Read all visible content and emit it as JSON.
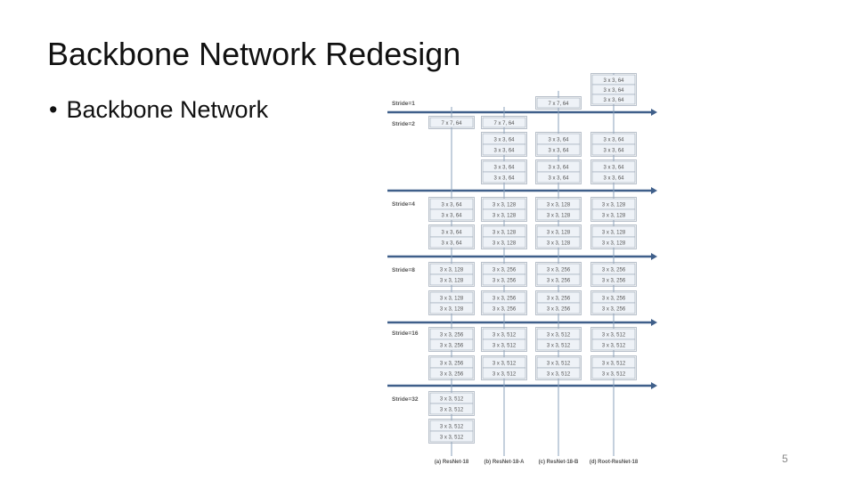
{
  "slide": {
    "title": "Backbone Network Redesign",
    "bullet": "Backbone Network",
    "page_number": "5"
  },
  "diagram": {
    "colors": {
      "arrow": "#3f5f8a",
      "line": "#8aa0bb",
      "box_border": "#9aa6b5",
      "box_fill": "#eef2f7",
      "text": "#555555"
    },
    "stage_labels": [
      "Stride=1",
      "Stride=2",
      "Stride=4",
      "Stride=8",
      "Stride=16",
      "Stride=32"
    ],
    "columns": [
      "(a) ResNet-18",
      "(b) ResNet-18-A",
      "(c) ResNet-18-B",
      "(d) Root-ResNet-18"
    ],
    "blocks": {
      "d_stride1": [
        "3 x 3, 64",
        "3 x 3, 64",
        "3 x 3, 64"
      ],
      "c_stride1": [
        "7 x 7, 64"
      ],
      "a_stride2": [
        "7 x 7, 64"
      ],
      "b_stride2": [
        "7 x 7, 64"
      ],
      "s2_block1": [
        "3 x 3, 64",
        "3 x 3, 64"
      ],
      "s2_block2": [
        "3 x 3, 64",
        "3 x 3, 64"
      ],
      "s4_block1": [
        "3 x 3, 128",
        "3 x 3, 128"
      ],
      "s4_block2": [
        "3 x 3, 128",
        "3 x 3, 128"
      ],
      "s4_a_block1": [
        "3 x 3, 64",
        "3 x 3, 64"
      ],
      "s4_a_block2": [
        "3 x 3, 64",
        "3 x 3, 64"
      ],
      "s8_block1": [
        "3 x 3, 256",
        "3 x 3, 256"
      ],
      "s8_block2": [
        "3 x 3, 256",
        "3 x 3, 256"
      ],
      "s8_a_block1": [
        "3 x 3, 128",
        "3 x 3, 128"
      ],
      "s8_a_block2": [
        "3 x 3, 128",
        "3 x 3, 128"
      ],
      "s16_block1": [
        "3 x 3, 512",
        "3 x 3, 512"
      ],
      "s16_block2": [
        "3 x 3, 512",
        "3 x 3, 512"
      ],
      "s16_a_block1": [
        "3 x 3, 256",
        "3 x 3, 256"
      ],
      "s16_a_block2": [
        "3 x 3, 256",
        "3 x 3, 256"
      ],
      "s32_a_block1": [
        "3 x 3, 512",
        "3 x 3, 512"
      ],
      "s32_a_block2": [
        "3 x 3, 512",
        "3 x 3, 512"
      ]
    }
  }
}
